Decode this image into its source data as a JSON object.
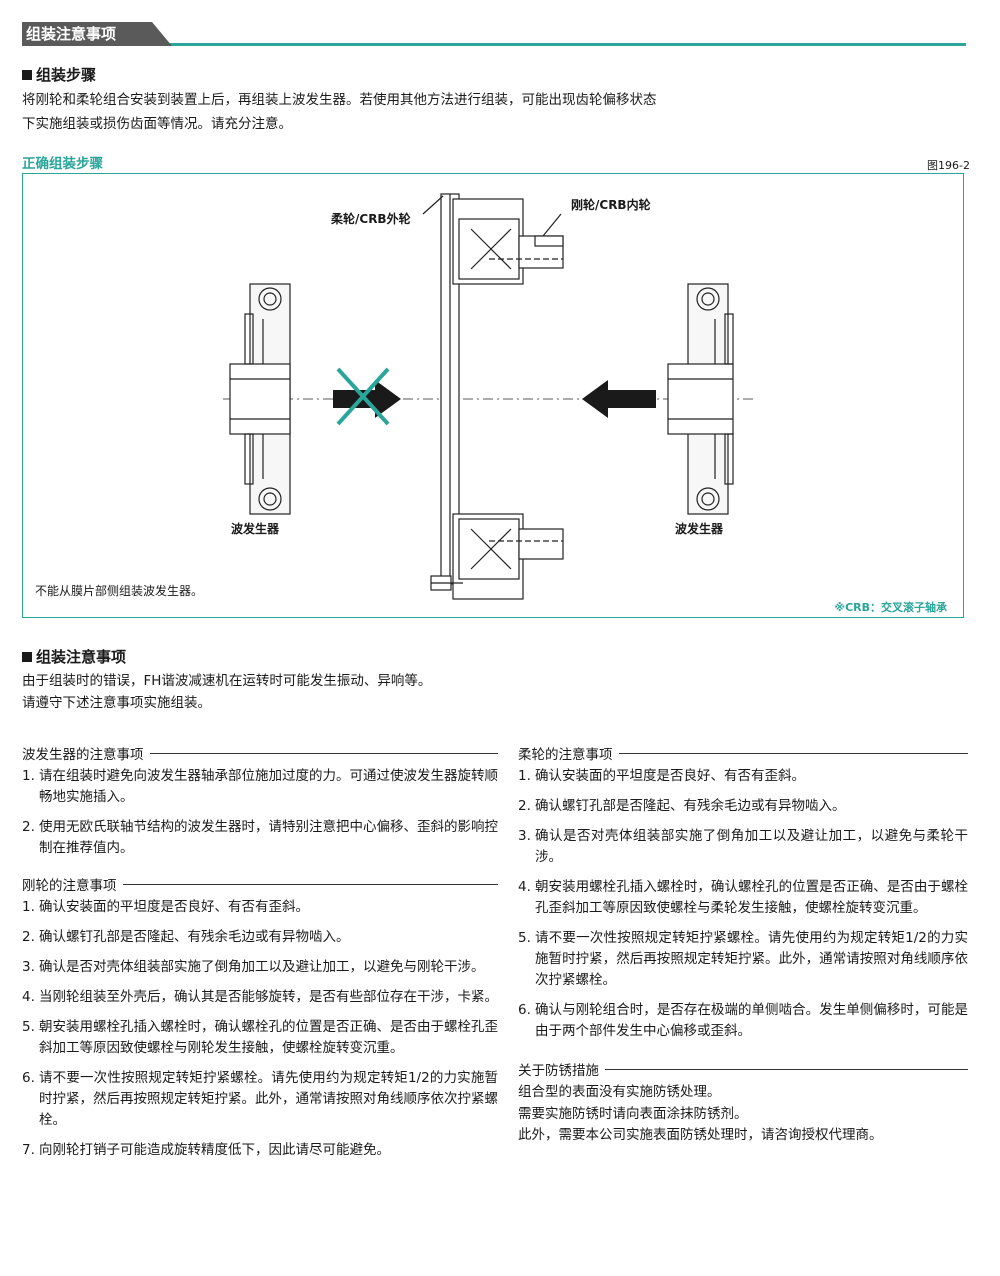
{
  "header": {
    "title": "组装注意事项"
  },
  "steps": {
    "heading": "组装步骤",
    "lines": [
      "将刚轮和柔轮组合安装到装置上后，再组装上波发生器。若使用其他方法进行组装，可能出现齿轮偏移状态",
      "下实施组装或损伤齿面等情况。请充分注意。"
    ]
  },
  "figure": {
    "title": "正确组装步骤",
    "number": "图196-2",
    "label_flex": "柔轮/CRB外轮",
    "label_rigid": "刚轮/CRB内轮",
    "label_wg_left": "波发生器",
    "label_wg_right": "波发生器",
    "note": "不能从膜片部侧组装波发生器。",
    "crb_note": "※CRB：交叉滚子轴承",
    "colors": {
      "accent": "#2aa59a",
      "cross": "#2aa59a",
      "arrow": "#1a1a1a"
    },
    "icons": {
      "wrong": "cross-icon",
      "direction": "arrow-icon"
    }
  },
  "notes": {
    "heading": "组装注意事项",
    "lines": [
      "由于组装时的错误，FH谐波减速机在运转时可能发生振动、异响等。",
      "请遵守下述注意事项实施组装。"
    ]
  },
  "wave_gen": {
    "title": "波发生器的注意事项",
    "items": [
      {
        "num": "1.",
        "text": "请在组装时避免向波发生器轴承部位施加过度的力。可通过使波发生器旋转顺畅地实施插入。"
      },
      {
        "num": "2.",
        "text": "使用无欧氏联轴节结构的波发生器时，请特别注意把中心偏移、歪斜的影响控制在推荐值内。"
      }
    ]
  },
  "circular": {
    "title": "刚轮的注意事项",
    "items": [
      {
        "num": "1.",
        "text": "确认安装面的平坦度是否良好、有否有歪斜。"
      },
      {
        "num": "2.",
        "text": "确认螺钉孔部是否隆起、有残余毛边或有异物啮入。"
      },
      {
        "num": "3.",
        "text": "确认是否对壳体组装部实施了倒角加工以及避让加工，以避免与刚轮干涉。"
      },
      {
        "num": "4.",
        "text": "当刚轮组装至外壳后，确认其是否能够旋转，是否有些部位存在干涉，卡紧。"
      },
      {
        "num": "5.",
        "text": "朝安装用螺栓孔插入螺栓时，确认螺栓孔的位置是否正确、是否由于螺栓孔歪斜加工等原因致使螺栓与刚轮发生接触，使螺栓旋转变沉重。"
      },
      {
        "num": "6.",
        "text": "请不要一次性按照规定转矩拧紧螺栓。请先使用约为规定转矩1/2的力实施暂时拧紧，然后再按照规定转矩拧紧。此外，通常请按照对角线顺序依次拧紧螺栓。"
      },
      {
        "num": "7.",
        "text": "向刚轮打销子可能造成旋转精度低下，因此请尽可能避免。"
      }
    ]
  },
  "flexspline": {
    "title": "柔轮的注意事项",
    "items": [
      {
        "num": "1.",
        "text": "确认安装面的平坦度是否良好、有否有歪斜。"
      },
      {
        "num": "2.",
        "text": "确认螺钉孔部是否隆起、有残余毛边或有异物啮入。"
      },
      {
        "num": "3.",
        "text": "确认是否对壳体组装部实施了倒角加工以及避让加工，以避免与柔轮干涉。"
      },
      {
        "num": "4.",
        "text": "朝安装用螺栓孔插入螺栓时，确认螺栓孔的位置是否正确、是否由于螺栓孔歪斜加工等原因致使螺栓与柔轮发生接触，使螺栓旋转变沉重。"
      },
      {
        "num": "5.",
        "text": "请不要一次性按照规定转矩拧紧螺栓。请先使用约为规定转矩1/2的力实施暂时拧紧，然后再按照规定转矩拧紧。此外，通常请按照对角线顺序依次拧紧螺栓。"
      },
      {
        "num": "6.",
        "text": "确认与刚轮组合时，是否存在极端的单侧啮合。发生单侧偏移时，可能是由于两个部件发生中心偏移或歪斜。"
      }
    ]
  },
  "rust": {
    "title": "关于防锈措施",
    "lines": [
      "组合型的表面没有实施防锈处理。",
      "需要实施防锈时请向表面涂抹防锈剂。",
      "此外，需要本公司实施表面防锈处理时，请咨询授权代理商。"
    ]
  }
}
